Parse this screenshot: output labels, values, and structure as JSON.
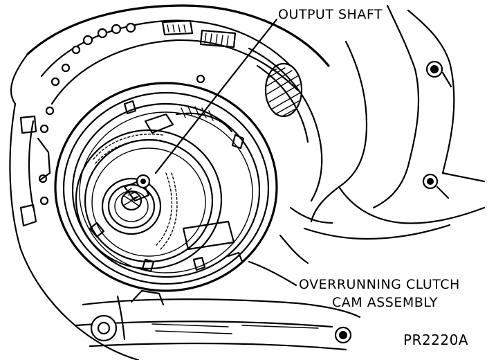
{
  "labels": {
    "output_shaft": "OUTPUT SHAFT",
    "overrunning_line1": "OVERRUNNING CLUTCH",
    "overrunning_line2": "CAM ASSEMBLY"
  },
  "figure_id": "PR2220A",
  "colors": {
    "ink": "#000000",
    "paper": "#ffffff"
  }
}
